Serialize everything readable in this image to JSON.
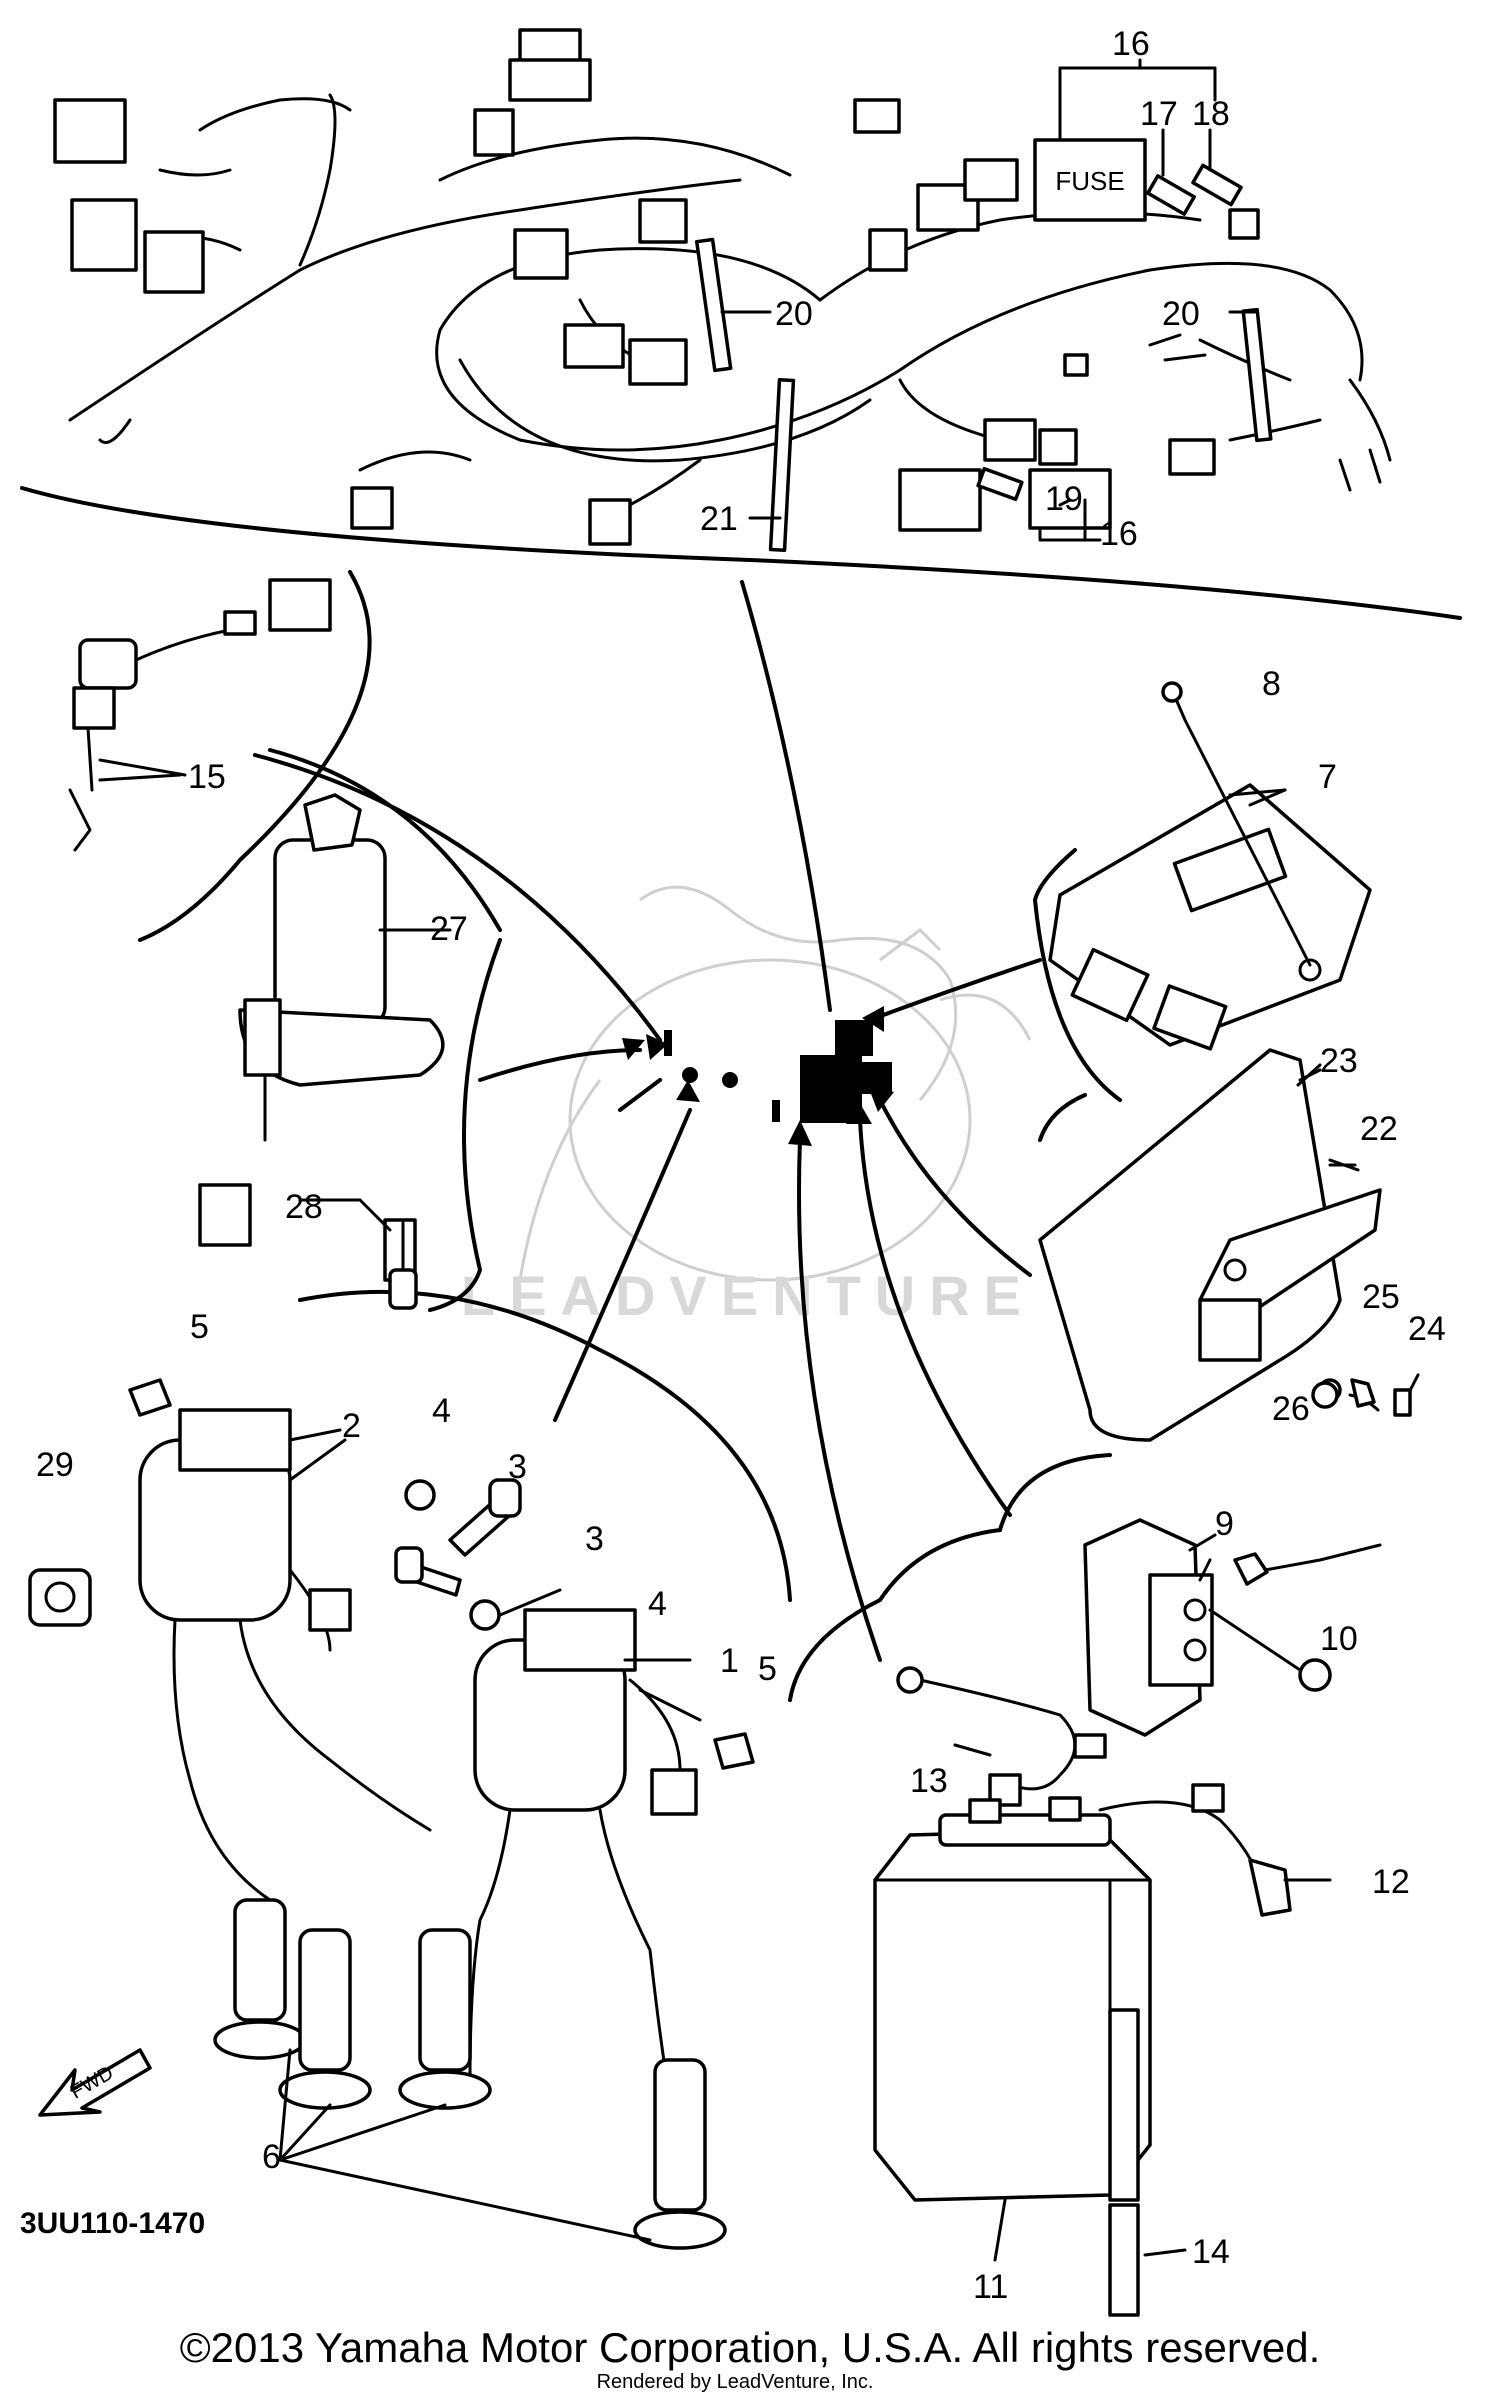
{
  "diagram": {
    "part_labels": [
      {
        "id": "p1",
        "text": "1"
      },
      {
        "id": "p2",
        "text": "2"
      },
      {
        "id": "p3a",
        "text": "3"
      },
      {
        "id": "p3b",
        "text": "3"
      },
      {
        "id": "p4a",
        "text": "4"
      },
      {
        "id": "p4b",
        "text": "4"
      },
      {
        "id": "p5a",
        "text": "5"
      },
      {
        "id": "p5b",
        "text": "5"
      },
      {
        "id": "p6",
        "text": "6"
      },
      {
        "id": "p7",
        "text": "7"
      },
      {
        "id": "p8",
        "text": "8"
      },
      {
        "id": "p9",
        "text": "9"
      },
      {
        "id": "p10",
        "text": "10"
      },
      {
        "id": "p11",
        "text": "11"
      },
      {
        "id": "p12",
        "text": "12"
      },
      {
        "id": "p13",
        "text": "13"
      },
      {
        "id": "p14",
        "text": "14"
      },
      {
        "id": "p15",
        "text": "15"
      },
      {
        "id": "p16a",
        "text": "16"
      },
      {
        "id": "p16b",
        "text": "16"
      },
      {
        "id": "p17",
        "text": "17"
      },
      {
        "id": "p18",
        "text": "18"
      },
      {
        "id": "p19",
        "text": "19"
      },
      {
        "id": "p20a",
        "text": "20"
      },
      {
        "id": "p20b",
        "text": "20"
      },
      {
        "id": "p21",
        "text": "21"
      },
      {
        "id": "p22",
        "text": "22"
      },
      {
        "id": "p23",
        "text": "23"
      },
      {
        "id": "p24",
        "text": "24"
      },
      {
        "id": "p25",
        "text": "25"
      },
      {
        "id": "p26",
        "text": "26"
      },
      {
        "id": "p27",
        "text": "27"
      },
      {
        "id": "p28",
        "text": "28"
      },
      {
        "id": "p29",
        "text": "29"
      }
    ],
    "fuse_label": "FUSE",
    "fwd_label": "FWD",
    "diagram_code": "3UU110-1470",
    "watermark": "LEADVENTURE",
    "copyright": "©2013 Yamaha Motor Corporation, U.S.A. All rights reserved.",
    "rendered_by": "Rendered by LeadVenture, Inc."
  }
}
